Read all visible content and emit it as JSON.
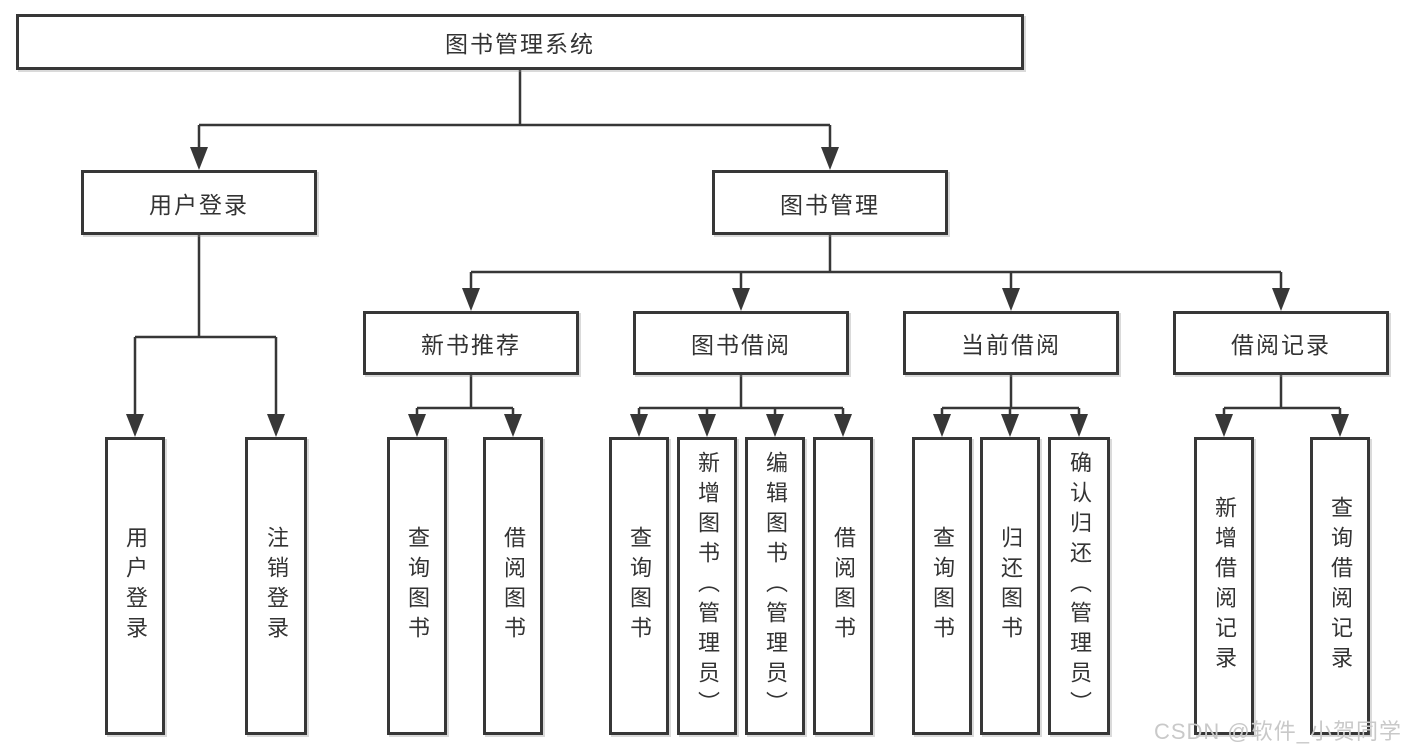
{
  "diagram": {
    "root": {
      "label": "图书管理系统"
    },
    "branches": [
      {
        "label": "用户登录",
        "children": [
          {
            "label": "用户登录"
          },
          {
            "label": "注销登录"
          }
        ]
      },
      {
        "label": "图书管理",
        "children": [
          {
            "label": "新书推荐",
            "children": [
              {
                "label": "查询图书"
              },
              {
                "label": "借阅图书"
              }
            ]
          },
          {
            "label": "图书借阅",
            "children": [
              {
                "label": "查询图书"
              },
              {
                "label": "新增图书（管理员）"
              },
              {
                "label": "编辑图书（管理员）"
              },
              {
                "label": "借阅图书"
              }
            ]
          },
          {
            "label": "当前借阅",
            "children": [
              {
                "label": "查询图书"
              },
              {
                "label": "归还图书"
              },
              {
                "label": "确认归还（管理员）"
              }
            ]
          },
          {
            "label": "借阅记录",
            "children": [
              {
                "label": "新增借阅记录"
              },
              {
                "label": "查询借阅记录"
              }
            ]
          }
        ]
      }
    ]
  },
  "watermark": {
    "text": "CSDN @软件_小贺同学"
  },
  "colors": {
    "line": "#373737",
    "box_border": "#373737",
    "text": "#333333",
    "watermark": "#c9c9c9",
    "background": "#ffffff"
  }
}
